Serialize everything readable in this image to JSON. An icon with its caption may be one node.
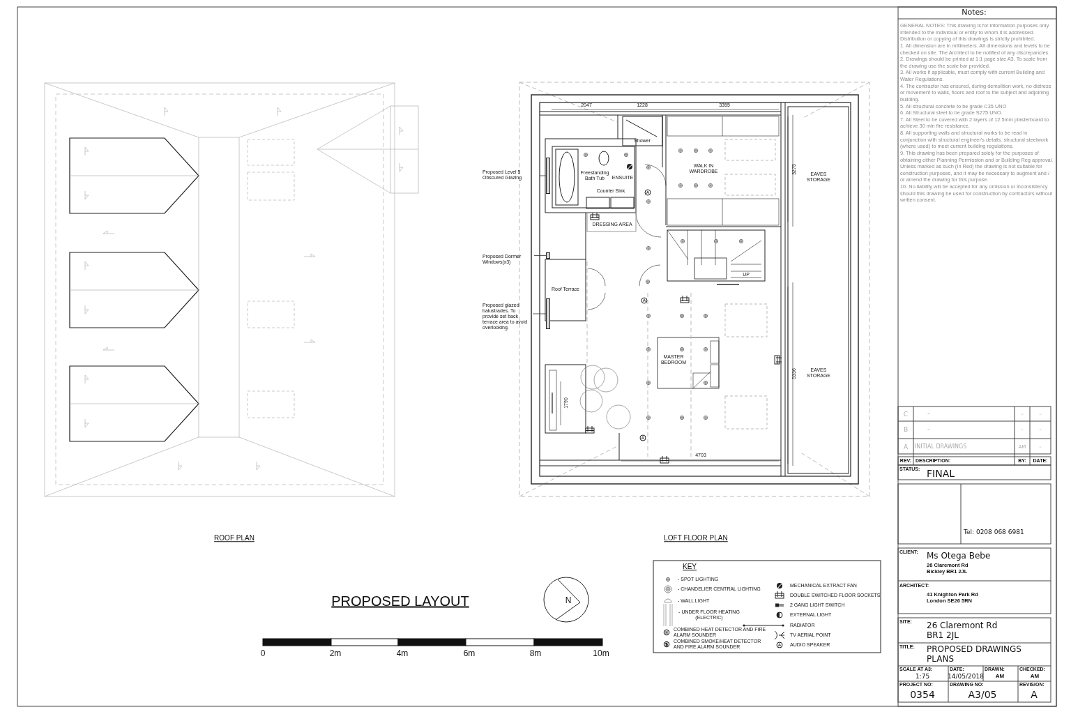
{
  "diagram": {
    "title": "PROPOSED LAYOUT",
    "nodes": [
      {
        "text": [
          "Proposed Level 5 Obscured Glazing"
        ]
      },
      {
        "text": [
          "Proposed Dormer Windows(x3)"
        ]
      },
      {
        "text": [
          "Proposed glazed balustrades. To provide set back terrace area to avoid overlooking."
        ]
      },
      {
        "text": [],
        "shape": "bar"
      },
      {
        "text": [],
        "shape": "bar"
      },
      {
        "text": [],
        "shape": "bar"
      }
    ],
    "edges": [
      {
        "from": 0,
        "to": 3,
        "arrow": "none"
      },
      {
        "from": 1,
        "to": 4,
        "arrow": "none"
      },
      {
        "from": 2,
        "to": 5,
        "arrow": "none"
      }
    ],
    "labels": [
      "Notes:",
      "GENERAL NOTES: This drawing is for information purposes only. Intended to the individual or entity to whom it is addressed. Distribution or copying of this drawings is strictly prohibited.",
      "1. All dimension are in millimeters. All dimensions and levels to be checked on site. The Architect to be notified of any discrepancies.",
      "2. Drawings should be printed at 1:1 page size A3. To scale from the drawing use the scale bar provided.",
      "3. All works if applicable, must comply with current Building and Water Regulations.",
      "4. The contractor has ensured, during demolition work, no distress or movement to walls, floors and roof to the subject and adjoining building.",
      "5. All structural concrete to be grade C35 UNO",
      "6. All Structural steel to be grade S275 UNO.",
      "7. All Steel to be covered with 2 layers of 12.5mm plasterboard to achieve 30 min fire resistance.",
      "8. All supporting walls and structural works to be read in conjunction with structural engineer's details. structural steelwork (where used) to meet current building regulations.",
      "9. This drawing has been prepared solely for the purposes of obtaining either Planning Permission and or Building Reg approval. Unless marked as such (In Red) the drawing is not suitable for construction purposes, and it may be necessary to augment and / or amend the drawing for this purpose.",
      "10. No liability will be accepted for any omission or inconsistency should this drawing be used for construction by contractors without written consent.",
      "C",
      "–",
      "–",
      "–",
      "B",
      "–",
      "–",
      "–",
      "A",
      "INITIAL DRAWINGS",
      "AM",
      "–",
      "REV:",
      "DESCRIPTION:",
      "BY:",
      "DATE:",
      "STATUS:",
      "FINAL",
      "Tel: 0208 068 6981",
      "CLIENT:",
      "Ms Otega Bebe",
      "26 Claremont Rd Bickley BR1 2JL",
      "ARCHITECT:",
      "41 Knighton Park Rd London SE26 5RN",
      "SITE:",
      "26 Claremont Rd BR1 2JL",
      "TITLE:",
      "PROPOSED DRAWINGS PLANS",
      "SCALE AT A3:",
      "1:75",
      "DATE:",
      "14/05/2018",
      "DRAWN:",
      "AM",
      "CHECKED:",
      "AM",
      "PROJECT NO:",
      "0354",
      "DRAWING NO:",
      "A3/05",
      "REVISION:",
      "A",
      "ROOF PLAN",
      "LOFT FLOOR PLAN",
      "KEY",
      "0",
      "2m",
      "4m",
      "6m",
      "8m",
      "10m",
      "N",
      "2047",
      "1228",
      "3355",
      "3275",
      "5336",
      "1790",
      "4703",
      "Shower",
      "Freestanding Bath Tub",
      "ENSUITE",
      "Counter Sink",
      "WALK IN WARDROBE",
      "EAVES STORAGE",
      "DRESSING AREA",
      "UP",
      "Roof Terrace",
      "MASTER BEDROOM",
      "EAVES STORAGE"
    ],
    "legend": [
      {
        "text": "- SPOT LIGHTING"
      },
      {
        "text": "- CHANDELIER CENTRAL LIGHTING"
      },
      {
        "text": "- WALL LIGHT"
      },
      {
        "text": "- UNDER FLOOR HEATING (ELECTRIC)"
      },
      {
        "text": "COMBINED HEAT DETECTOR AND FIRE ALARM SOUNDER"
      },
      {
        "text": "COMBINED SMOKE/HEAT DETECTOR AND FIRE ALARM SOUNDER"
      },
      {
        "text": "MECHANICAL EXTRACT FAN"
      },
      {
        "text": "DOUBLE SWITCHED FLOOR SOCKETS"
      },
      {
        "text": "2 GANG LIGHT SWITCH"
      },
      {
        "text": "EXTERNAL LIGHT"
      },
      {
        "text": "RADIATOR"
      },
      {
        "text": "TV AERIAL POINT"
      },
      {
        "text": "AUDIO SPEAKER"
      }
    ]
  }
}
